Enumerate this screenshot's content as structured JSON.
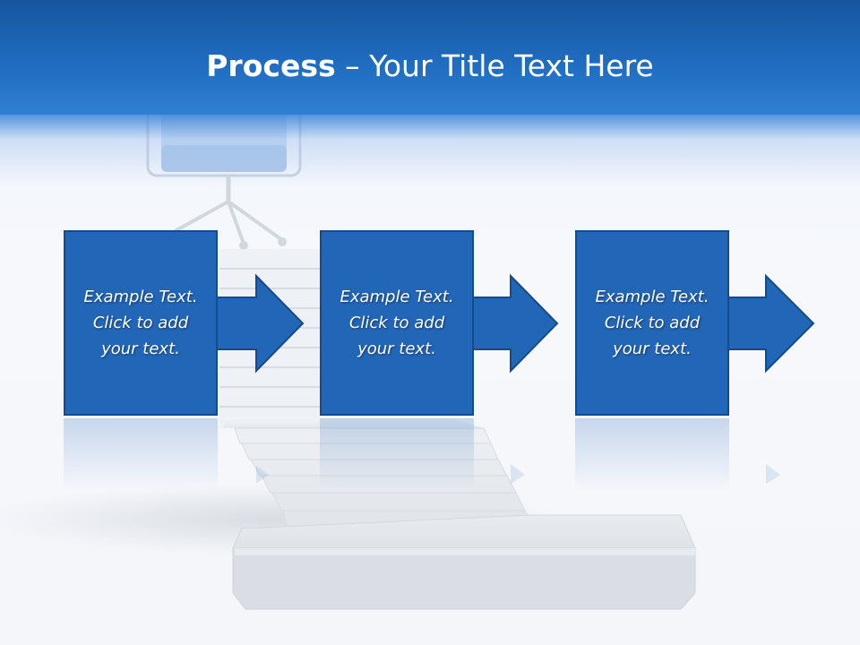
{
  "slide": {
    "title_bold": "Process",
    "title_rest": " – Your Title Text Here"
  },
  "process": {
    "steps": [
      {
        "text": "Example Text.\nClick  to add\nyour text."
      },
      {
        "text": "Example Text.\nClick  to add\nyour text."
      },
      {
        "text": "Example Text.\nClick  to add\nyour text."
      }
    ]
  },
  "colors": {
    "header": "#1f6cc0",
    "box_fill": "#2266b8",
    "box_border": "#164a8a",
    "stairs": "#e8ebef"
  }
}
